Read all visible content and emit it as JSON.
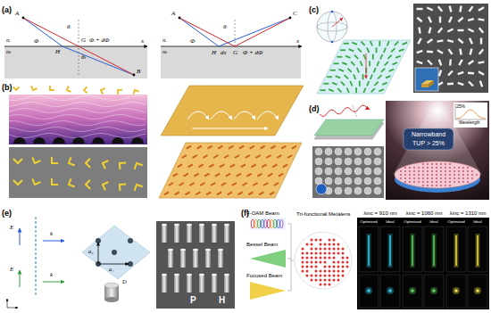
{
  "diagram": {
    "nodes": [
      {
        "text": [
          "(a)"
        ]
      },
      {
        "text": [
          "(b)"
        ]
      },
      {
        "text": [
          "(c)"
        ]
      },
      {
        "text": [
          "(d)"
        ]
      },
      {
        "text": [
          "(e)"
        ]
      },
      {
        "text": [
          "(f)"
        ]
      }
    ],
    "labels": [
      "A",
      "θᵢ",
      "nᵢ",
      "nₜ",
      "Φ",
      "H",
      "G",
      "Φ + dΦ",
      "θₜ",
      "B",
      "x",
      "A",
      "C",
      "θᵢ",
      "nᵢ",
      "nₜ",
      "Φ",
      "H",
      "dx",
      "G",
      "Φ + dΦ",
      "x",
      "Narrowband",
      "TUP > 25%",
      "25%",
      "Wavelength",
      "E",
      "k",
      "E",
      "k",
      "a₂",
      "a₁",
      "D",
      "P",
      "H",
      "F-OAM Beam",
      "Bessel Beam",
      "Focused Beam",
      "Tri-functional Metalens",
      "λinc = 910 nm",
      "λinc = 1060 nm",
      "λinc = 1310 nm",
      "Optimized",
      "Ideal",
      "Optimized",
      "Ideal",
      "Optimized",
      "Ideal"
    ]
  }
}
